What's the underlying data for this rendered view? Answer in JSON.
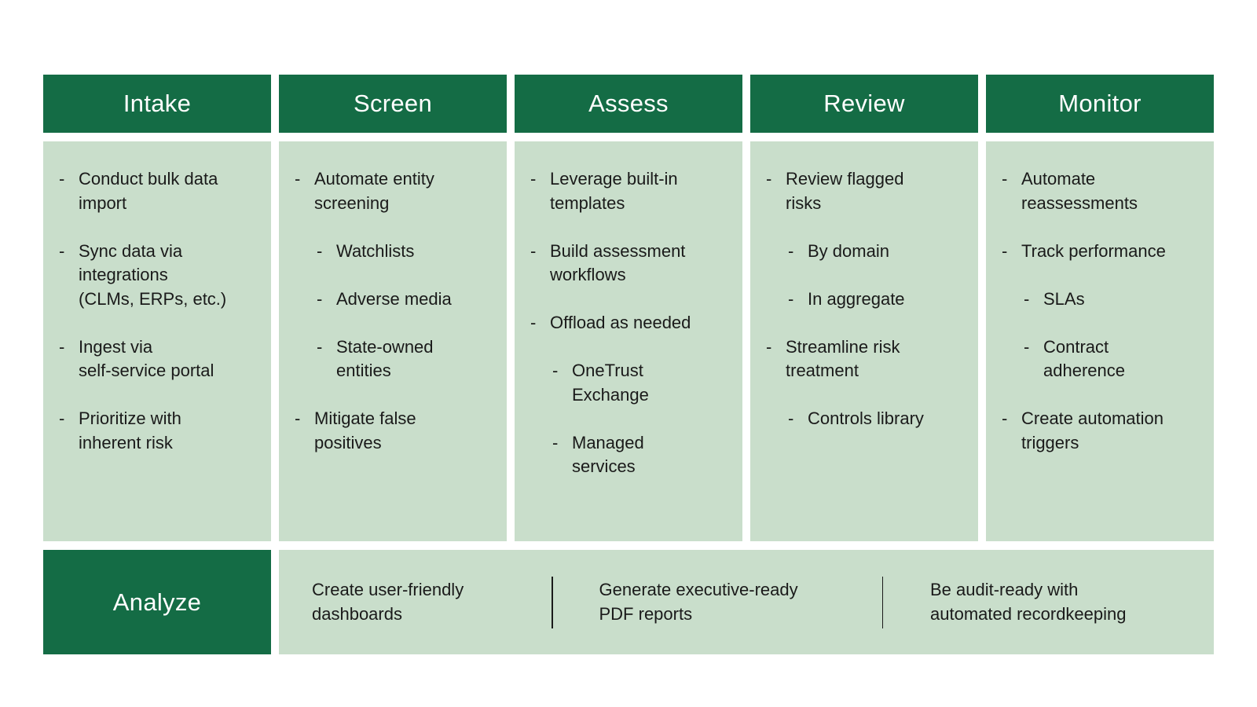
{
  "colors": {
    "header_bg": "#146c45",
    "panel_bg": "#c9decb",
    "text": "#1a1a1a",
    "header_text": "#ffffff",
    "page_bg": "#ffffff"
  },
  "bullet": "-",
  "columns": [
    {
      "title": "Intake",
      "items": [
        {
          "text": "Conduct bulk data\nimport"
        },
        {
          "text": "Sync data via\nintegrations\n(CLMs, ERPs, etc.)"
        },
        {
          "text": "Ingest via\nself-service portal"
        },
        {
          "text": "Prioritize with\ninherent risk"
        }
      ]
    },
    {
      "title": "Screen",
      "items": [
        {
          "text": "Automate entity\nscreening",
          "subitems": [
            "Watchlists",
            "Adverse media",
            "State-owned\nentities"
          ]
        },
        {
          "text": "Mitigate false\npositives"
        }
      ]
    },
    {
      "title": "Assess",
      "items": [
        {
          "text": "Leverage built-in\ntemplates"
        },
        {
          "text": "Build assessment\nworkflows"
        },
        {
          "text": "Offload as needed",
          "subitems": [
            "OneTrust\nExchange",
            "Managed\nservices"
          ]
        }
      ]
    },
    {
      "title": "Review",
      "items": [
        {
          "text": "Review flagged\nrisks",
          "subitems": [
            "By domain",
            "In aggregate"
          ]
        },
        {
          "text": "Streamline risk\ntreatment",
          "subitems": [
            "Controls library"
          ]
        }
      ]
    },
    {
      "title": "Monitor",
      "items": [
        {
          "text": "Automate\nreassessments"
        },
        {
          "text": "Track performance",
          "subitems": [
            "SLAs",
            "Contract\nadherence"
          ]
        },
        {
          "text": "Create automation\ntriggers"
        }
      ]
    }
  ],
  "analyze_row": {
    "title": "Analyze",
    "segments": [
      "Create user-friendly\ndashboards",
      "Generate executive-ready\nPDF reports",
      "Be audit-ready with\nautomated recordkeeping"
    ]
  }
}
